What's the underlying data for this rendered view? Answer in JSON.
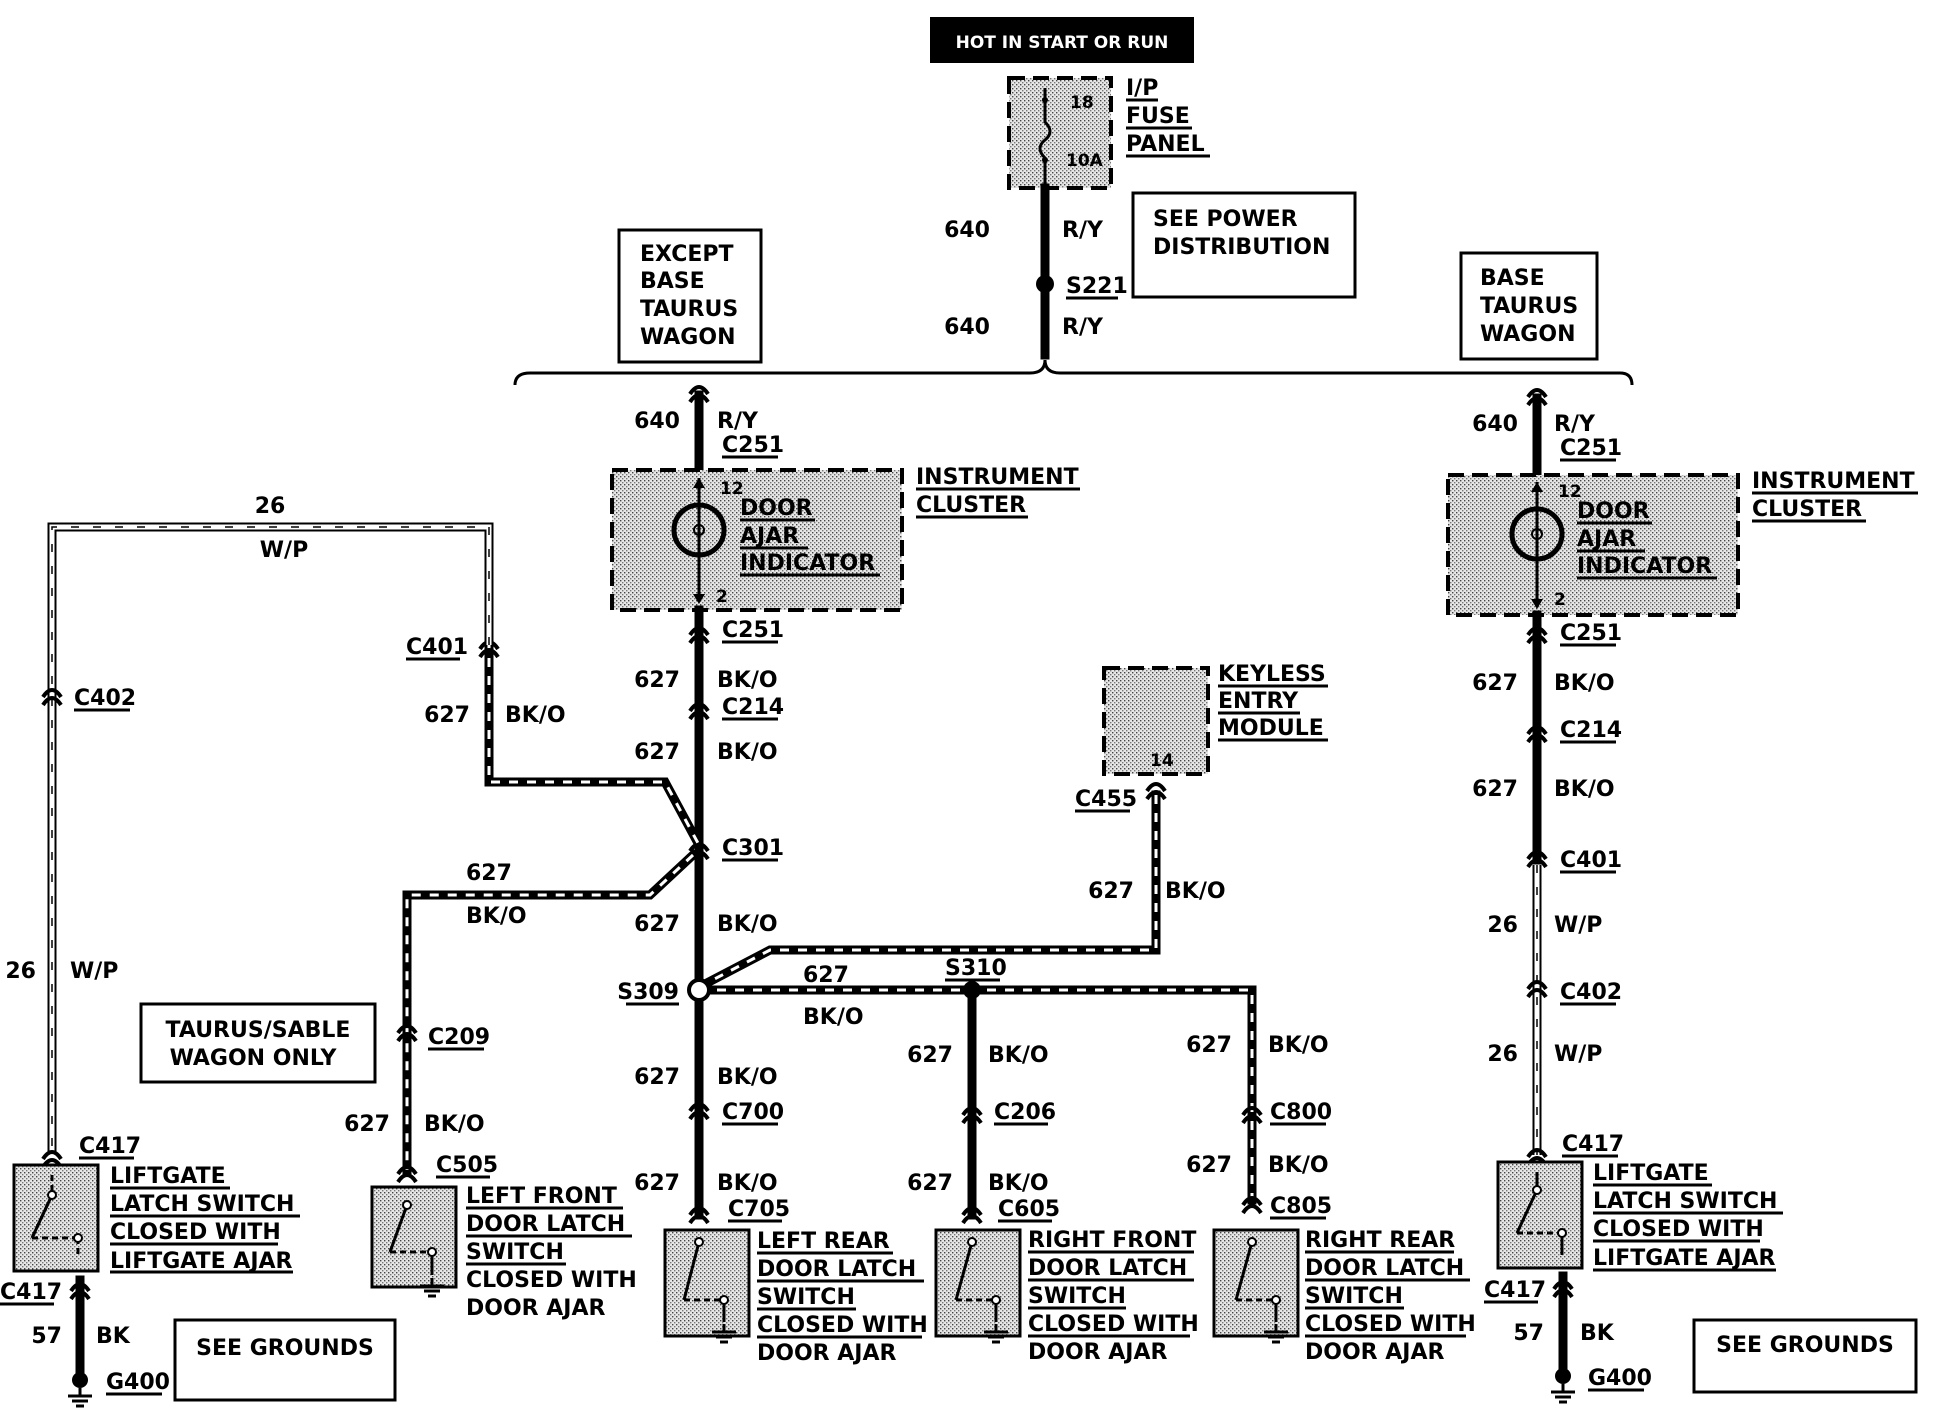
{
  "header": {
    "power_label": "HOT IN START OR RUN"
  },
  "fuse_panel": {
    "title_line1": "I/P",
    "title_line2": "FUSE",
    "title_line3": "PANEL",
    "fuse_number": "18",
    "fuse_rating": "10A"
  },
  "notes": {
    "power": {
      "line1": "SEE POWER",
      "line2": "DISTRIBUTION"
    },
    "except_base": {
      "line1": "EXCEPT",
      "line2": "BASE",
      "line3": "TAURUS",
      "line4": "WAGON"
    },
    "base": {
      "line1": "BASE",
      "line2": "TAURUS",
      "line3": "WAGON"
    },
    "sable": {
      "line1": "TAURUS/SABLE",
      "line2": "WAGON ONLY"
    },
    "grounds_left": "SEE GROUNDS",
    "grounds_right": "SEE GROUNDS"
  },
  "splices": {
    "s221": "S221",
    "s309": "S309",
    "s310": "S310"
  },
  "wires": {
    "c640": "640",
    "ry": "R/Y",
    "c627": "627",
    "bko": "BK/O",
    "c26": "26",
    "wp": "W/P",
    "c57": "57",
    "bk": "BK"
  },
  "connectors": {
    "c251": "C251",
    "c214": "C214",
    "c301": "C301",
    "c401": "C401",
    "c402": "C402",
    "c209": "C209",
    "c505": "C505",
    "c417": "C417",
    "c455": "C455",
    "c700": "C700",
    "c705": "C705",
    "c206": "C206",
    "c605": "C605",
    "c800": "C800",
    "c805": "C805",
    "g400": "G400"
  },
  "instrument_cluster": {
    "title_line1": "INSTRUMENT",
    "title_line2": "CLUSTER",
    "ind_line1": "DOOR",
    "ind_line2": "AJAR",
    "ind_line3": "INDICATOR",
    "pin_top": "12",
    "pin_bottom": "2"
  },
  "keyless": {
    "line1": "KEYLESS",
    "line2": "ENTRY",
    "line3": "MODULE",
    "pin": "14"
  },
  "switches": {
    "liftgate": {
      "line1": "LIFTGATE",
      "line2": "LATCH SWITCH",
      "line3": "CLOSED WITH",
      "line4": "LIFTGATE AJAR"
    },
    "left_front": {
      "line1": "LEFT FRONT",
      "line2": "DOOR LATCH",
      "line3": "SWITCH",
      "line4": "CLOSED WITH",
      "line5": "DOOR AJAR"
    },
    "left_rear": {
      "line1": "LEFT REAR",
      "line2": "DOOR LATCH",
      "line3": "SWITCH",
      "line4": "CLOSED WITH",
      "line5": "DOOR AJAR"
    },
    "right_front": {
      "line1": "RIGHT FRONT",
      "line2": "DOOR LATCH",
      "line3": "SWITCH",
      "line4": "CLOSED WITH",
      "line5": "DOOR AJAR"
    },
    "right_rear": {
      "line1": "RIGHT REAR",
      "line2": "DOOR LATCH",
      "line3": "SWITCH",
      "line4": "CLOSED WITH",
      "line5": "DOOR AJAR"
    }
  }
}
